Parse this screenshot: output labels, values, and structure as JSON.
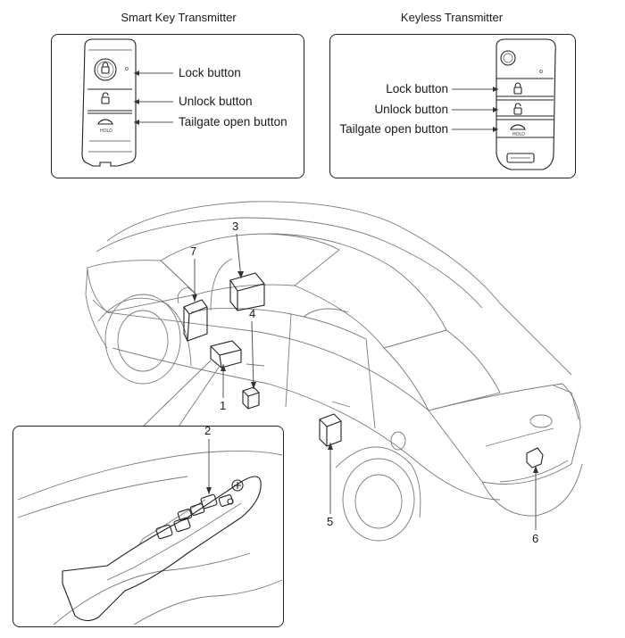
{
  "smart_key": {
    "title": "Smart Key Transmitter",
    "labels": [
      "Lock button",
      "Unlock button",
      "Tailgate open button"
    ]
  },
  "keyless": {
    "title": "Keyless Transmitter",
    "labels": [
      "Lock button",
      "Unlock button",
      "Tailgate open button"
    ]
  },
  "callouts": [
    "1",
    "2",
    "3",
    "4",
    "5",
    "6",
    "7"
  ]
}
